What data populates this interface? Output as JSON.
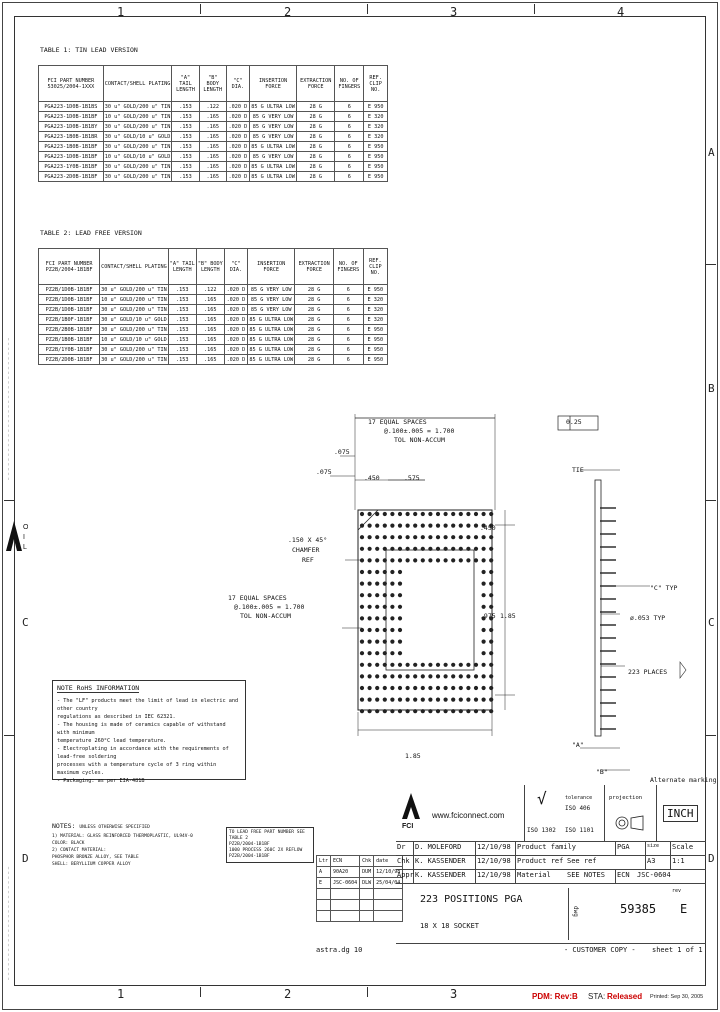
{
  "zones": {
    "top_cols": [
      "1",
      "2",
      "3",
      "4"
    ],
    "bottom_cols": [
      "1",
      "2",
      "3"
    ],
    "right_rows": [
      "A",
      "B",
      "C",
      "D"
    ],
    "left_rows": [
      "C",
      "D"
    ]
  },
  "table1": {
    "caption": "TABLE 1: TIN LEAD VERSION",
    "headers": [
      "FCI PART NUMBER 53025/2004-1XXX",
      "CONTACT/SHELL PLATING",
      "\"A\" TAIL LENGTH",
      "\"B\" BODY LENGTH",
      "\"C\" DIA.",
      "INSERTION FORCE",
      "EXTRACTION FORCE",
      "NO. OF FINGERS",
      "REF. CLIP NO."
    ],
    "rows": [
      [
        "PGA223-1D0B-1B1BS",
        "30 u\" GOLD/200 u\" TIN",
        ".153",
        ".122",
        ".020 D",
        "85 G ULTRA LOW",
        "28 G",
        "6",
        "E 950"
      ],
      [
        "PGA223-1D0B-1B1BF",
        "10 u\" GOLD/200 u\" TIN",
        ".153",
        ".165",
        ".020 D",
        "85 G VERY LOW",
        "28 G",
        "6",
        "E 320"
      ],
      [
        "PGA223-1D0B-1B1BY",
        "30 u\" GOLD/200 u\" TIN",
        ".153",
        ".165",
        ".020 D",
        "85 G VERY LOW",
        "28 G",
        "6",
        "E 320"
      ],
      [
        "PGA223-1B0B-1B1BR",
        "30 u\" GOLD/10 u\" GOLD",
        ".153",
        ".165",
        ".020 D",
        "85 G VERY LOW",
        "28 G",
        "6",
        "E 320"
      ],
      [
        "PGA223-1B0B-1B1BF",
        "30 u\" GOLD/200 u\" TIN",
        ".153",
        ".165",
        ".020 D",
        "85 G ULTRA LOW",
        "28 G",
        "6",
        "E 950"
      ],
      [
        "PGA223-1D0B-1B1BF",
        "10 u\" GOLD/10 u\" GOLD",
        ".153",
        ".165",
        ".020 D",
        "85 G VERY LOW",
        "28 G",
        "6",
        "E 950"
      ],
      [
        "PGA223-1Y0B-1B1BF",
        "30 u\" GOLD/200 u\" TIN",
        ".153",
        ".165",
        ".020 D",
        "85 G ULTRA LOW",
        "28 G",
        "6",
        "E 950"
      ],
      [
        "PGA223-2D0B-1B1BF",
        "30 u\" GOLD/200 u\" TIN",
        ".153",
        ".165",
        ".020 D",
        "85 G ULTRA LOW",
        "28 G",
        "6",
        "E 950"
      ]
    ]
  },
  "table2": {
    "caption": "TABLE 2: LEAD FREE VERSION",
    "headers": [
      "FCI PART NUMBER PZ2B/2004-1B1BF",
      "CONTACT/SHELL PLATING",
      "\"A\" TAIL LENGTH",
      "\"B\" BODY LENGTH",
      "\"C\" DIA.",
      "INSERTION FORCE",
      "EXTRACTION FORCE",
      "NO. OF FINGERS",
      "REF. CLIP NO."
    ],
    "rows": [
      [
        "PZ2B/1D0B-1B1BF",
        "30 u\" GOLD/200 u\" TIN",
        ".153",
        ".122",
        ".020 D",
        "85 G VERY LOW",
        "28 G",
        "6",
        "E 950"
      ],
      [
        "PZ2B/1D0B-1B1BF",
        "10 u\" GOLD/200 u\" TIN",
        ".153",
        ".165",
        ".020 D",
        "85 G VERY LOW",
        "28 G",
        "6",
        "E 320"
      ],
      [
        "PZ2B/1D0B-1B1BF",
        "30 u\" GOLD/200 u\" TIN",
        ".153",
        ".165",
        ".020 D",
        "85 G VERY LOW",
        "28 G",
        "6",
        "E 320"
      ],
      [
        "PZ2B/1B0F-1B1BF",
        "30 u\" GOLD/10 u\" GOLD",
        ".153",
        ".165",
        ".020 D",
        "85 G ULTRA LOW",
        "28 G",
        "6",
        "E 320"
      ],
      [
        "PZ2B/2B0B-1B1BF",
        "30 u\" GOLD/200 u\" TIN",
        ".153",
        ".165",
        ".020 D",
        "85 G ULTRA LOW",
        "28 G",
        "6",
        "E 950"
      ],
      [
        "PZ2B/1B0B-1B1BF",
        "10 u\" GOLD/10 u\" GOLD",
        ".153",
        ".165",
        ".020 D",
        "85 G ULTRA LOW",
        "28 G",
        "6",
        "E 950"
      ],
      [
        "PZ2B/1Y0B-1B1BF",
        "30 u\" GOLD/200 u\" TIN",
        ".153",
        ".165",
        ".020 D",
        "85 G ULTRA LOW",
        "28 G",
        "6",
        "E 950"
      ],
      [
        "PZ2B/2D0B-1B1BF",
        "30 u\" GOLD/200 u\" TIN",
        ".153",
        ".165",
        ".020 D",
        "85 G ULTRA LOW",
        "28 G",
        "6",
        "E 950"
      ]
    ]
  },
  "drawing": {
    "top_dim_title": "17 EQUAL SPACES",
    "top_dim_value": "@.100±.005 = 1.700",
    "top_dim_tol": "TOL NON-ACCUM",
    "dim_075": ".075",
    "dim_075b": ".075",
    "dim_450": ".450",
    "dim_575": ".575",
    "dim_450r": ".450",
    "chamfer_1": ".150 X 45°",
    "chamfer_2": "CHAMFER",
    "chamfer_3": "REF",
    "left_dim_title": "17 EQUAL SPACES",
    "left_dim_value": "@.100±.005 = 1.700",
    "left_dim_tol": "TOL NON-ACCUM",
    "dim_975": ".975",
    "dim_185": "1.85",
    "dim_bottom": "1.85",
    "flatness": "0.25",
    "side_label_top": "TIE",
    "side_c_typ": "\"C\" TYP",
    "side_ref": "ø.053 TYP",
    "side_places": "223 PLACES",
    "side_a": "\"A\"",
    "side_b": "\"B\"",
    "alt_note": "Alternate marking"
  },
  "rohs_note": {
    "title": "NOTE RoHS INFORMATION",
    "lines": [
      "- The \"LF\" products meet the limit of lead in electric and other country",
      "  regulations as described in IEC 62321.",
      "- The housing is made of ceramics capable of withstand with minimum",
      "  temperature 260°C lead temperature.",
      "- Electroplating in accordance with the requirements of lead-free soldering",
      "  processes with a temperature cycle of 3 ring within maximum cycles.",
      "- Packaging: as per EIA-481B"
    ]
  },
  "notes": {
    "title": "NOTES:",
    "subtitle": "UNLESS OTHERWISE SPECIFIED",
    "lines": [
      "1) MATERIAL: GLASS REINFORCED THERMOPLASTIC, UL94V-0",
      "   COLOR: BLACK",
      "2) CONTACT MATERIAL:",
      "   PHOSPHOR BRONZE ALLOY, SEE TABLE",
      "   SHELL: BERYLLIUM COPPER ALLOY"
    ]
  },
  "lf_box": {
    "line1": "TO LEAD FREE PART NUMBER SEE TABLE 2",
    "line2": "PZ2B/2004-1B1BF",
    "line3": "1000 PROCESS 260C 2X REFLOW",
    "line4": "PZ2B/2004-1B1BF"
  },
  "title_block": {
    "logo_text": "FCI",
    "website": "www.fciconnect.com",
    "check": "√",
    "tolerance_label": "tolerance",
    "iso1": "ISO 1302",
    "iso2": "ISO 406",
    "iso3": "ISO 1101",
    "projection_label": "projection",
    "unit": "INCH",
    "scale_label": "Scale",
    "scale_value": "1:1",
    "size_label": "size",
    "size_value": "A3",
    "product_family_label": "Product family",
    "product_family_value": "PGA",
    "product_ref_label": "Product ref",
    "product_ref_value": "See ref",
    "material_label": "Material",
    "material_value": "SEE NOTES",
    "ecn_label": "ECN",
    "ecn_value": "JSC-0604",
    "rows": [
      [
        "Dr",
        "D. MOLEFORD",
        "12/10/98"
      ],
      [
        "Chk",
        "K. KASSENDER",
        "12/10/98"
      ],
      [
        "Appr",
        "K. KASSENDER",
        "12/10/98"
      ]
    ],
    "title1": "223 POSITIONS PGA",
    "title2": "18 X 18 SOCKET",
    "dwg_label": "dwg",
    "dwg_no": "59385",
    "rev_label": "rev",
    "rev_value": "E",
    "customer_copy": "- CUSTOMER COPY -",
    "sheet": "sheet 1 of 1",
    "filename": "astra.dg 10"
  },
  "revisions": {
    "headers": [
      "Ltr",
      "ECN",
      "Chk",
      "date"
    ],
    "rows": [
      [
        "A",
        "90A20",
        "DUM",
        "12/10/98"
      ],
      [
        "E",
        "JSC-0604",
        "DLW",
        "25/04/04"
      ],
      [
        "",
        "",
        "",
        ""
      ],
      [
        "",
        "",
        "",
        ""
      ],
      [
        "",
        "",
        "",
        ""
      ]
    ]
  },
  "footer": {
    "pdm": "PDM: Rev:B",
    "status_prefix": "STA:",
    "status": "Released",
    "date": "Printed: Sep 30, 2005"
  }
}
